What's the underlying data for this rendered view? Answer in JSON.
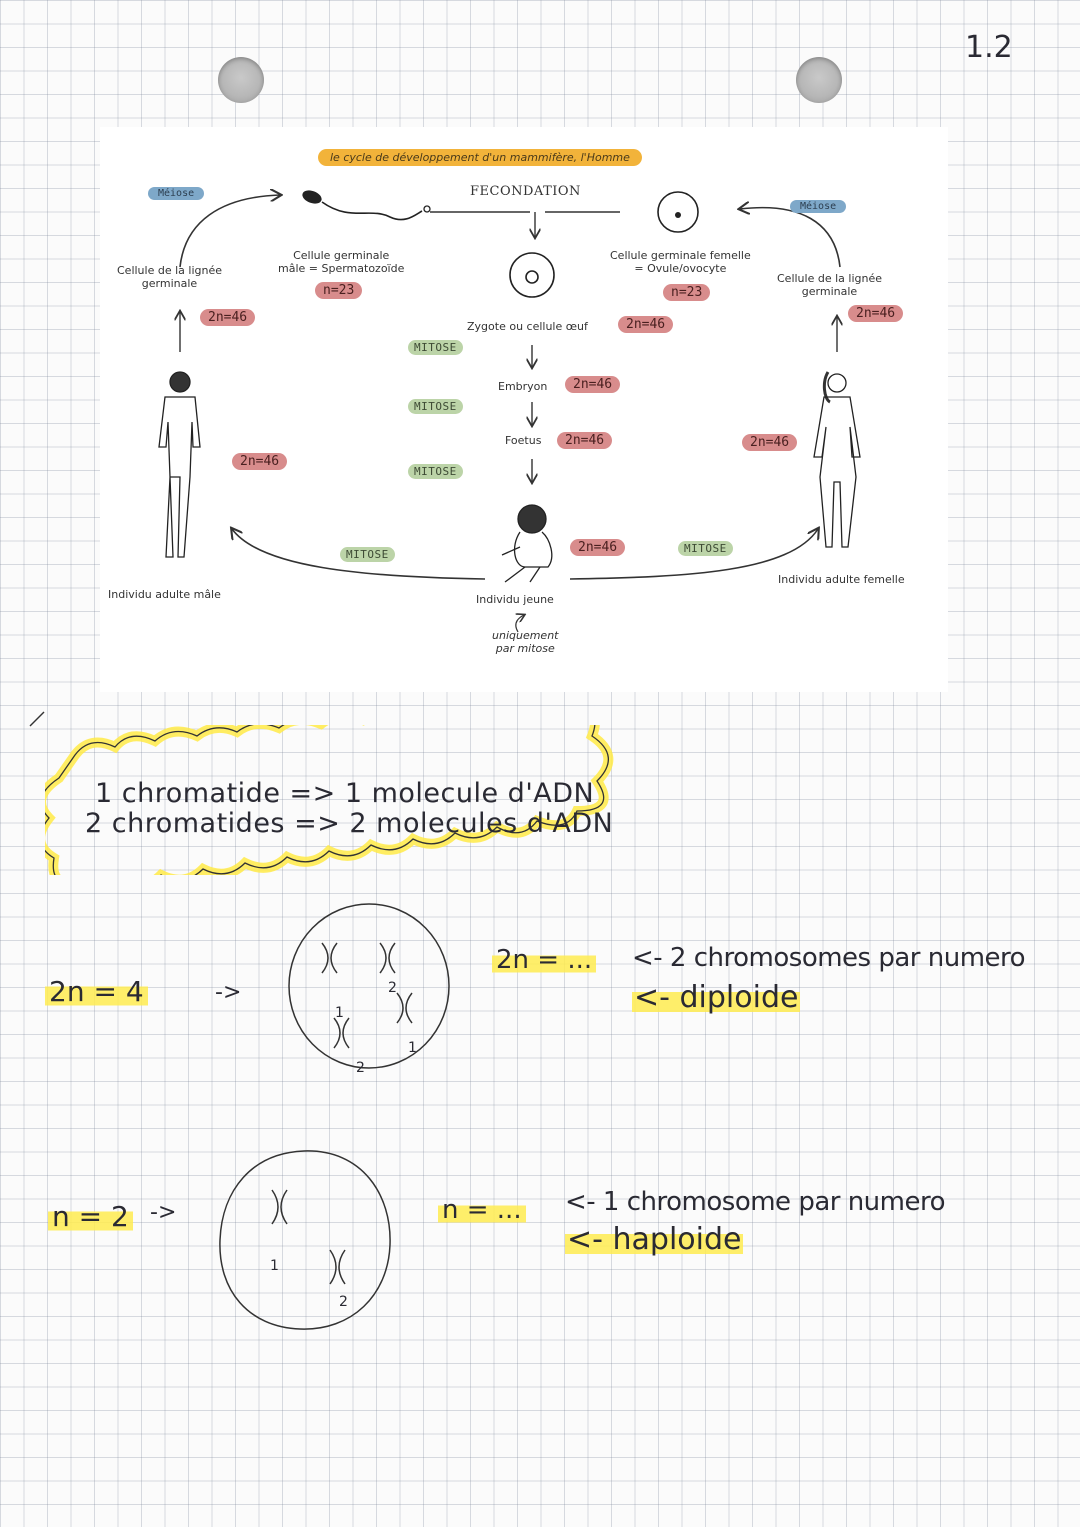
{
  "page_number": "1.2",
  "diagram": {
    "title": "le cycle de développement d'un mammifère, l'Homme",
    "fecondation": "FECONDATION",
    "meiose_left": "Méiose",
    "meiose_right": "Méiose",
    "left_lineage": "Cellule de la lignée\ngerminale",
    "left_lineage_ploidy": "2n=46",
    "male_germ_cell": "Cellule germinale\nmâle = Spermatozoïde",
    "male_germ_ploidy": "n=23",
    "female_germ_cell": "Cellule germinale femelle\n= Ovule/ovocyte",
    "female_germ_ploidy": "n=23",
    "right_lineage": "Cellule de la lignée\ngerminale",
    "right_lineage_ploidy": "2n=46",
    "zygote": "Zygote ou cellule œuf",
    "zygote_ploidy": "2n=46",
    "mitose_1": "MITOSE",
    "mitose_2": "MITOSE",
    "mitose_3": "MITOSE",
    "mitose_left": "MITOSE",
    "mitose_right": "MITOSE",
    "embryon": "Embryon",
    "embryon_ploidy": "2n=46",
    "foetus": "Foetus",
    "foetus_ploidy": "2n=46",
    "male_body_ploidy": "2n=46",
    "female_body_ploidy": "2n=46",
    "child_ploidy": "2n=46",
    "male_adult": "Individu adulte mâle",
    "female_adult": "Individu adulte femelle",
    "young": "Individu jeune",
    "handwritten_note": "uniquement\npar mitose"
  },
  "cloud_note": {
    "line1": "1 chromatide => 1 molecule d'ADN",
    "line2": "2 chromatides => 2 molecules d'ADN"
  },
  "diploid": {
    "formula": "2n = 4",
    "arrow": "->",
    "definition": "2n = ...",
    "desc1": "<- 2 chromosomes par numero",
    "desc2": "<- diploide",
    "chromosome_labels": [
      "1",
      "2",
      "1",
      "2"
    ]
  },
  "haploid": {
    "formula": "n = 2",
    "arrow": "->",
    "definition": "n = ...",
    "desc1": "<- 1 chromosome par numero",
    "desc2": "<- haploide",
    "chromosome_labels": [
      "1",
      "2"
    ]
  }
}
